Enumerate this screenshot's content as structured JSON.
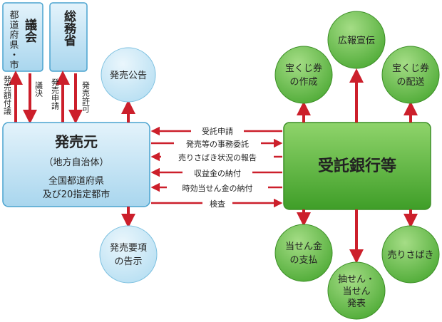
{
  "colors": {
    "arrow": "#cc1f2b",
    "blue_fill": "#c8e6f4",
    "blue_stroke": "#4aa3cf",
    "green_fill": "#5dbb3c",
    "green_stroke": "#3c8f26",
    "text": "#222222"
  },
  "gikai": {
    "label": "議会",
    "sub": "都道府県・市"
  },
  "somusho": {
    "label": "総務省"
  },
  "vertical_labels": {
    "hakkogaku": "発売額付議",
    "giketsu": "議決",
    "shinsei": "発売申請",
    "kyoka": "発売許可"
  },
  "hatsubaimoto": {
    "title": "発売元",
    "sub": "（地方自治体）",
    "line1": "全国都道府県",
    "line2": "及び20指定都市"
  },
  "bank": {
    "title": "受託銀行等"
  },
  "blue_circles": {
    "koukoku": "発売公告",
    "kokuji_1": "発売要項",
    "kokuji_2": "の告示"
  },
  "green_circles": {
    "sakusei_1": "宝くじ券",
    "sakusei_2": "の作成",
    "koho": "広報宣伝",
    "haiso_1": "宝くじ券",
    "haiso_2": "の配送",
    "shiharai_1": "当せん金",
    "shiharai_2": "の支払",
    "chusen_1": "抽せん・",
    "chusen_2": "当せん",
    "chusen_3": "発表",
    "urisabaki": "売りさばき"
  },
  "flows": {
    "f1": "受託申請",
    "f2": "発売等の事務委託",
    "f3": "売りさばき状況の報告",
    "f4": "収益金の納付",
    "f5": "時効当せん金の納付",
    "f6": "検査"
  }
}
